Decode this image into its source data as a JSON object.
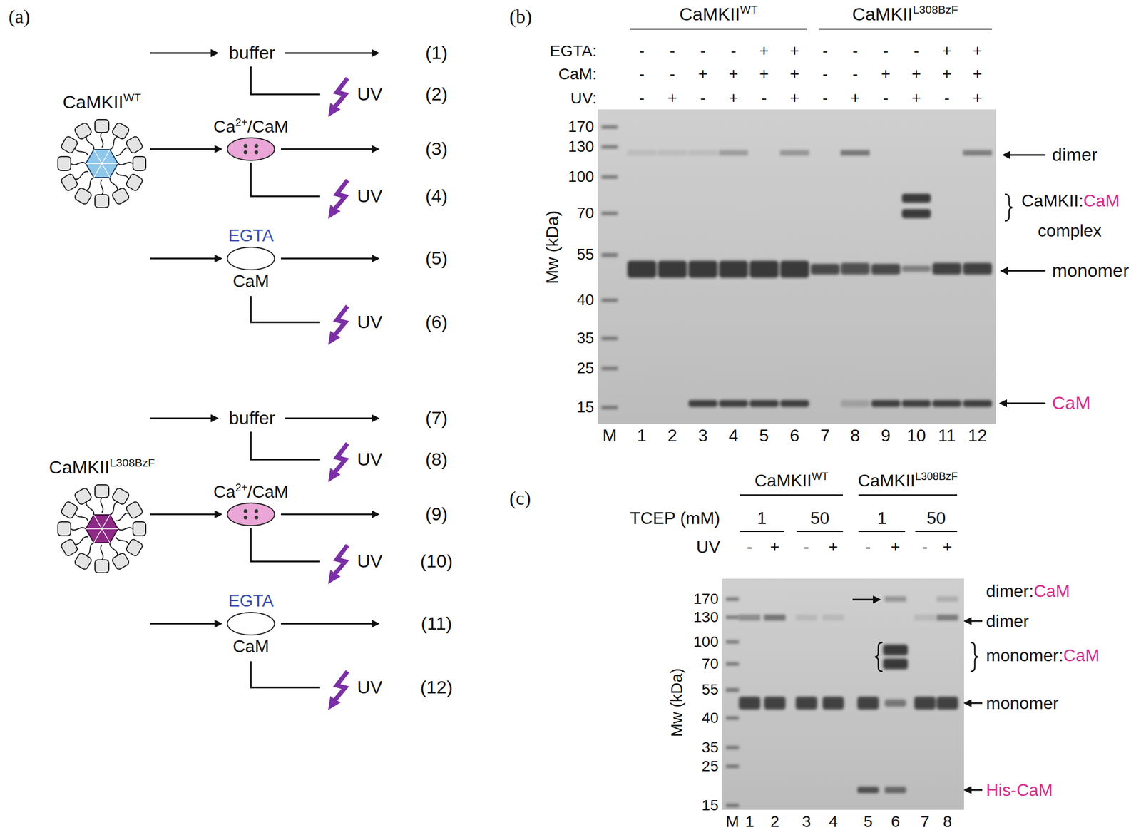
{
  "diagram": {
    "nodes": [
      {
        "text": [
          "Ca",
          "2+",
          "/CaM"
        ]
      },
      {
        "text": [
          "EGTA",
          "CaM"
        ]
      },
      {
        "text": [
          "Ca",
          "2+",
          "/CaM"
        ]
      },
      {
        "text": [
          "EGTA",
          "CaM"
        ]
      }
    ],
    "labels": [
      "(a)",
      "CaMKII",
      "WT",
      "buffer",
      "UV",
      "UV",
      "UV",
      "(1)",
      "(2)",
      "(3)",
      "(4)",
      "(5)",
      "(6)",
      "CaMKII",
      "L308BzF",
      "buffer",
      "UV",
      "UV",
      "UV",
      "(7)",
      "(8)",
      "(9)",
      "(10)",
      "(11)",
      "(12)",
      "(b)",
      "CaMKII",
      "WT",
      "CaMKII",
      "L308BzF",
      "EGTA:",
      "CaM:",
      "UV:",
      "-",
      "-",
      "-",
      "-",
      "+",
      "+",
      "-",
      "-",
      "-",
      "-",
      "+",
      "+",
      "-",
      "-",
      "+",
      "+",
      "+",
      "+",
      "-",
      "-",
      "+",
      "+",
      "+",
      "+",
      "-",
      "+",
      "-",
      "+",
      "-",
      "+",
      "-",
      "+",
      "-",
      "+",
      "-",
      "+",
      "170",
      "130",
      "100",
      "70",
      "55",
      "40",
      "35",
      "25",
      "15",
      "Mw (kDa)",
      "M",
      "1",
      "2",
      "3",
      "4",
      "5",
      "6",
      "7",
      "8",
      "9",
      "10",
      "11",
      "12",
      "dimer",
      "CaMKII:",
      "CaM",
      "complex",
      "monomer",
      "CaM",
      "(c)",
      "CaMKII",
      "WT",
      "CaMKII",
      "L308BzF",
      "TCEP (mM)",
      "1",
      "50",
      "1",
      "50",
      "UV",
      "-",
      "+",
      "-",
      "+",
      "-",
      "+",
      "-",
      "+",
      "170",
      "130",
      "100",
      "70",
      "55",
      "40",
      "35",
      "25",
      "15",
      "Mw (kDa)",
      "M",
      "1",
      "2",
      "3",
      "4",
      "5",
      "6",
      "7",
      "8",
      "dimer:",
      "CaM",
      "dimer",
      "monomer:",
      "CaM",
      "monomer",
      "His-CaM"
    ]
  }
}
